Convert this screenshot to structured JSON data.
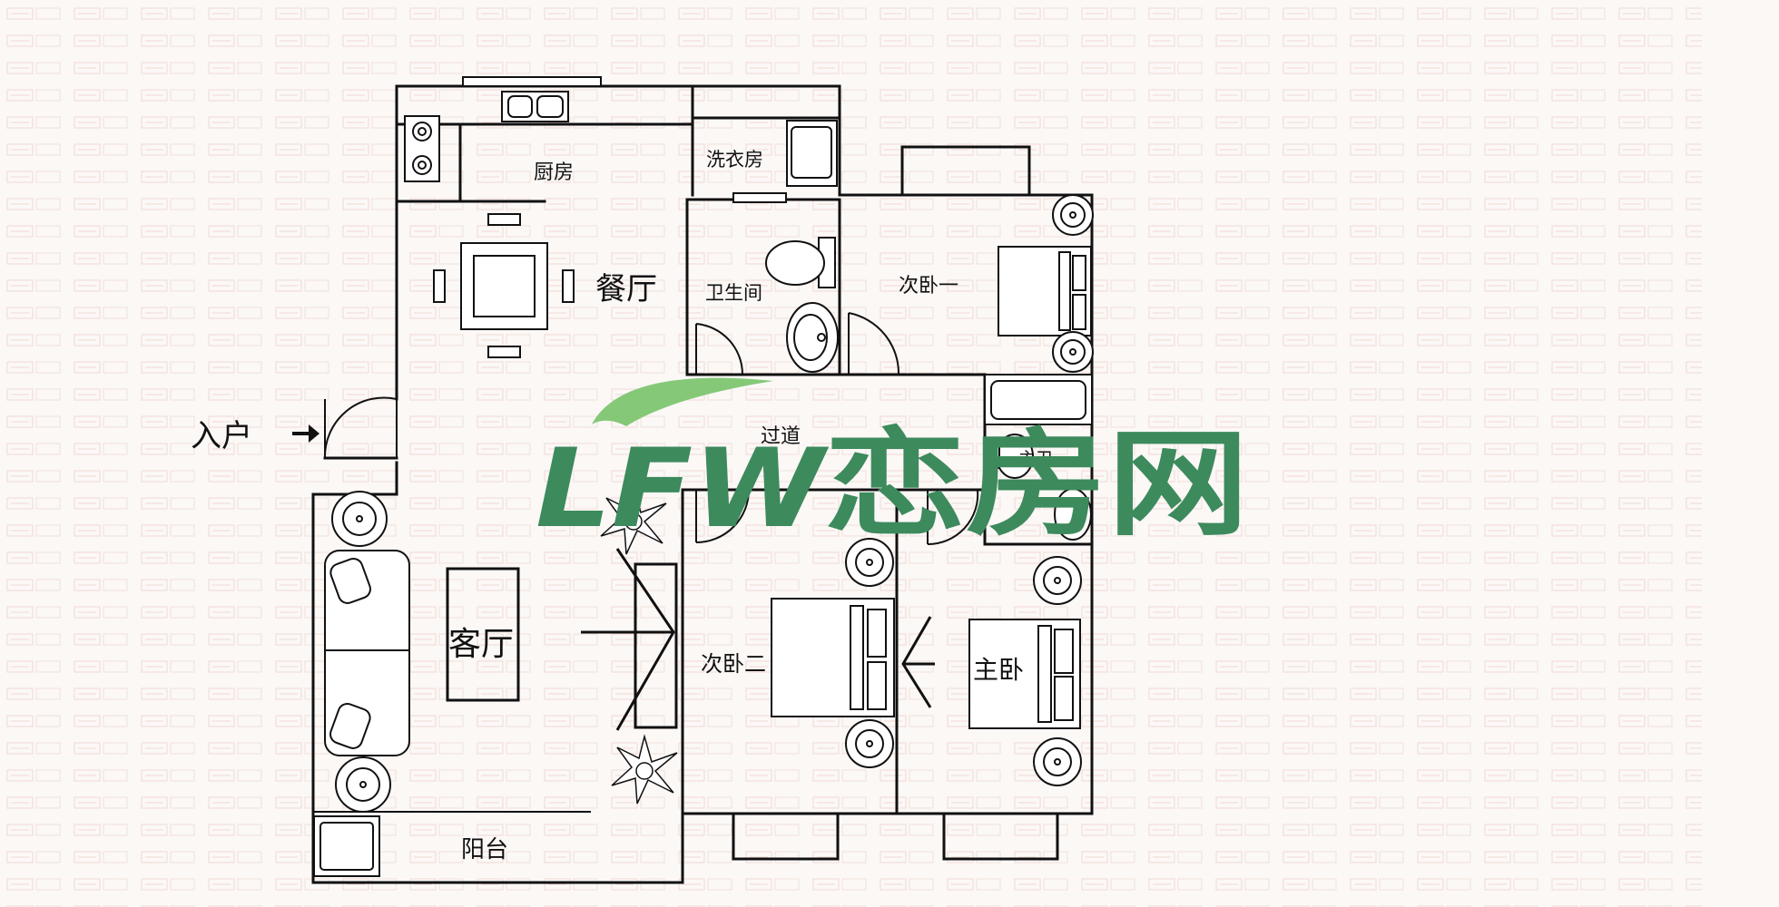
{
  "rooms": {
    "kitchen": "厨房",
    "laundry": "洗衣房",
    "dining": "餐厅",
    "bathroom": "卫生间",
    "bedroom_1": "次卧一",
    "hallway": "过道",
    "master_bath": "主卫",
    "living_room": "客厅",
    "bedroom_2": "次卧二",
    "master_bedroom": "主卧",
    "balcony": "阳台"
  },
  "entrance": {
    "label": "入户"
  },
  "logo": {
    "latin": "LFW",
    "chinese": "恋房网",
    "color": "#3d8a5d",
    "leaf_color": "#78c36a"
  },
  "colors": {
    "wall": "#111111",
    "background": "#fbf8f6",
    "watermark": "#f1dcd8"
  }
}
